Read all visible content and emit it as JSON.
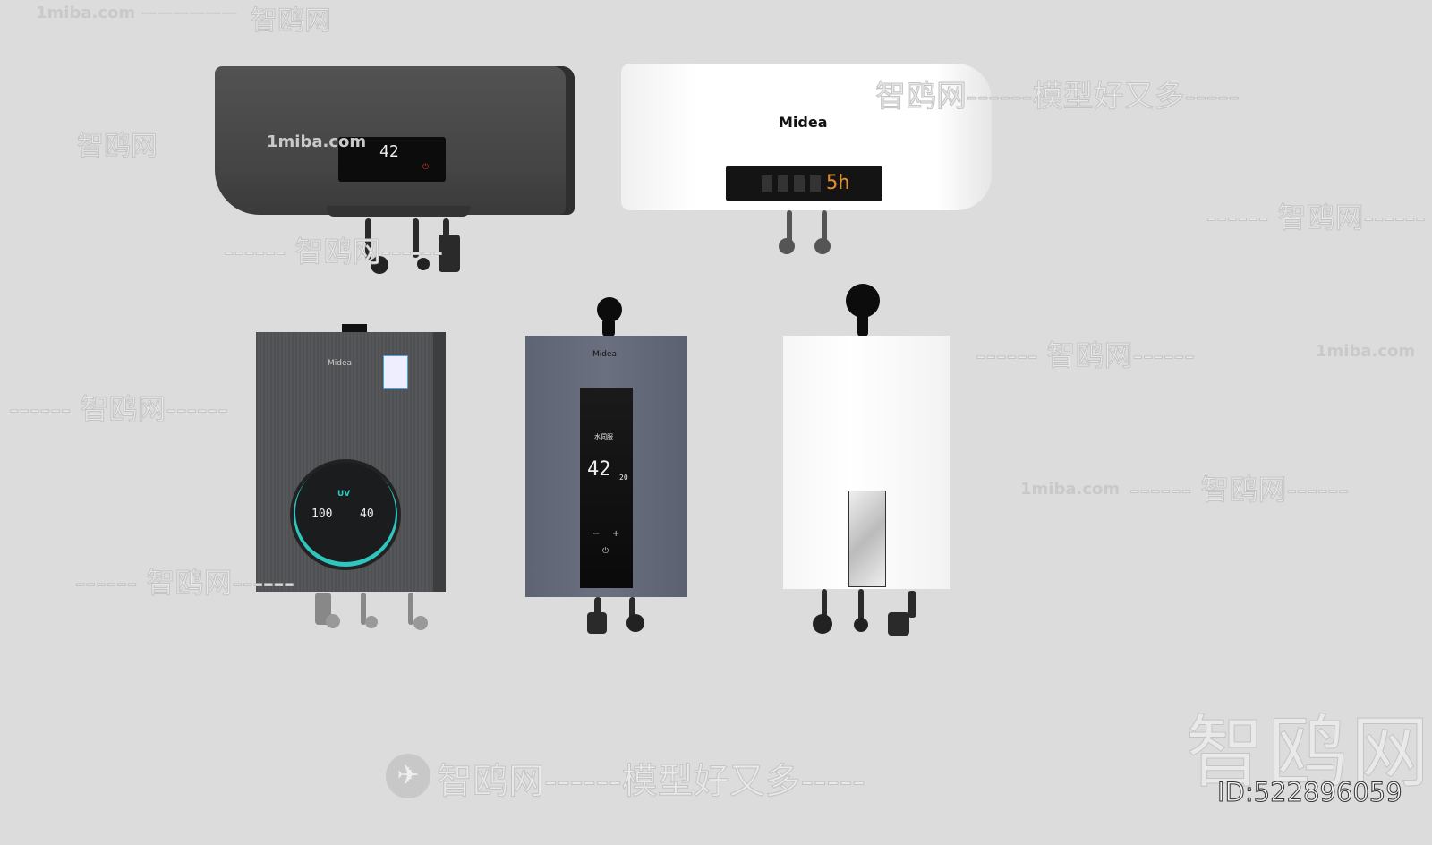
{
  "watermarks": {
    "site_small": "1miba.com",
    "brand_cn": "智鸥网",
    "slogan": "智鸥网------模型好又多-----",
    "dash_brand": "------ 智鸥网------",
    "big_brand": "智鸥网",
    "id_label": "ID:522896059"
  },
  "products": {
    "dark_tank_heater": {
      "temperature": "42",
      "color": "#4a4a4a"
    },
    "white_tank_heater": {
      "brand": "Midea",
      "display": "5h",
      "display_color": "#e0902a"
    },
    "grey_gas_heater": {
      "brand": "Midea",
      "uv_label": "UV",
      "left_value": "100",
      "right_value": "40",
      "ring_color": "#2fc6c0"
    },
    "blue_gas_heater": {
      "brand": "Midea",
      "mode_label": "水伺服",
      "temperature": "42",
      "sub_value": "20",
      "minus": "−",
      "plus": "+"
    },
    "white_gas_heater": {}
  }
}
